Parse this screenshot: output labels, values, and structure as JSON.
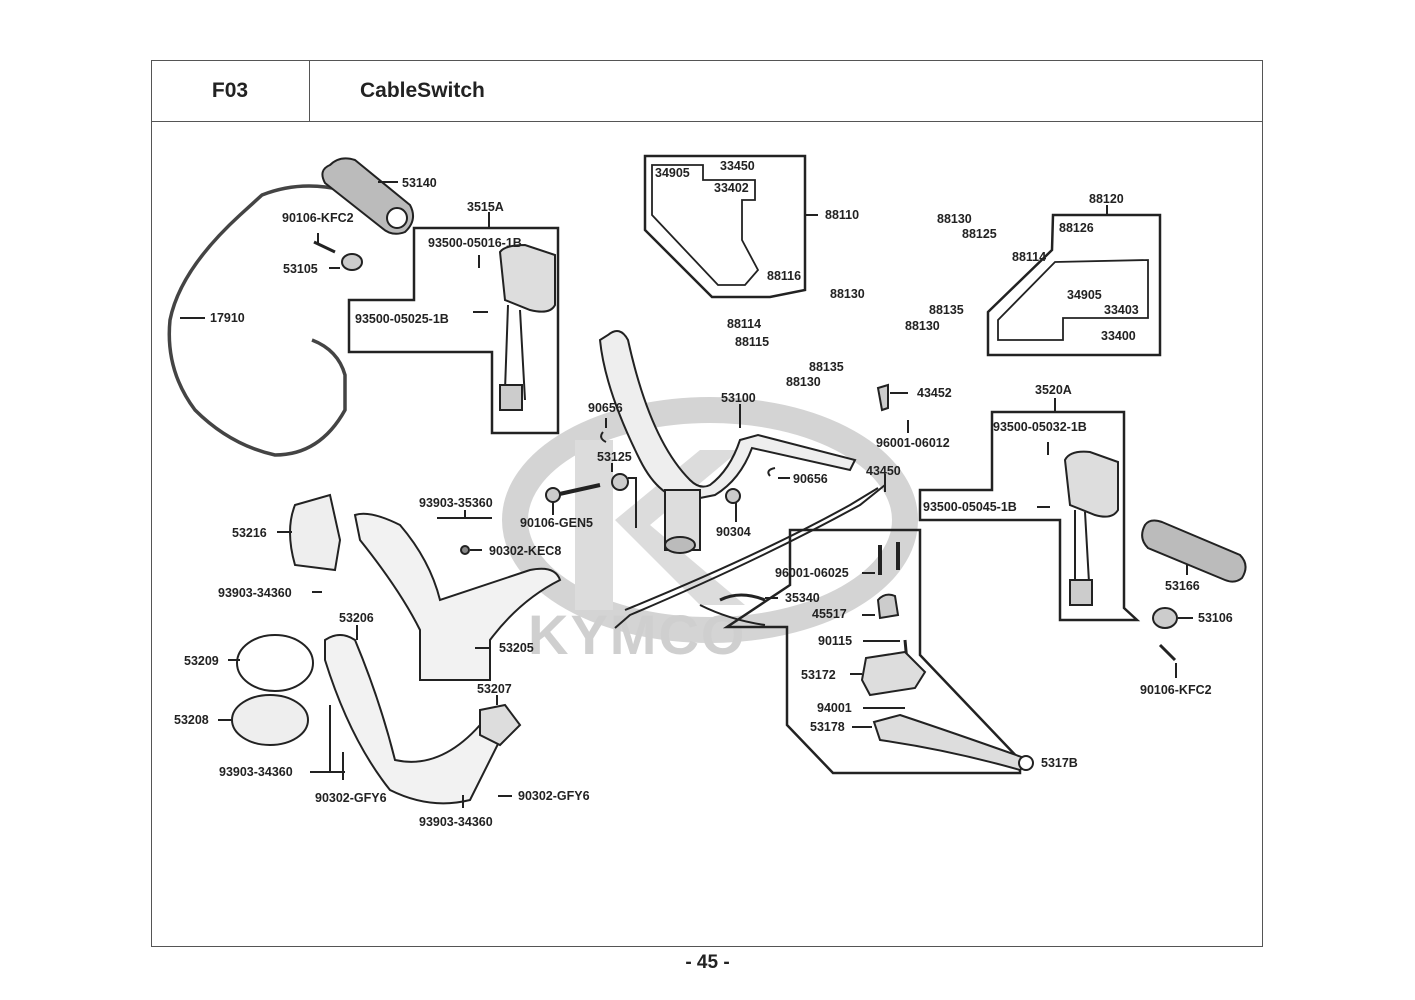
{
  "header": {
    "section_code": "F03",
    "title": "CableSwitch"
  },
  "footer": {
    "page_number": "- 45 -"
  },
  "watermark": {
    "brand": "KYMCO"
  },
  "groups": {
    "left_switch_assembly": "3515A",
    "right_switch_assembly": "3520A",
    "left_mirror_assembly": "88110",
    "right_mirror_assembly": "88120",
    "lever_assembly": "5317B",
    "lamp_assembly_left": "33450",
    "lamp_assembly_right": "33400"
  },
  "labels": {
    "p53140": "53140",
    "p90106_kfc2_a": "90106-KFC2",
    "p53105": "53105",
    "p17910": "17910",
    "p3515A": "3515A",
    "p93500_05016": "93500-05016-1B",
    "p93500_05025": "93500-05025-1B",
    "p34905_a": "34905",
    "p33450": "33450",
    "p33402": "33402",
    "p88110": "88110",
    "p88116": "88116",
    "p88130_a": "88130",
    "p88114_a": "88114",
    "p88115": "88115",
    "p88135_a": "88135",
    "p88130_b": "88130",
    "p88120": "88120",
    "p88130_c": "88130",
    "p88125": "88125",
    "p88114_b": "88114",
    "p88126": "88126",
    "p34905_b": "34905",
    "p33403": "33403",
    "p88135_b": "88135",
    "p88130_d": "88130",
    "p33400": "33400",
    "p90656_a": "90656",
    "p53100": "53100",
    "p43452": "43452",
    "p96001_06012": "96001-06012",
    "p53125": "53125",
    "p90656_b": "90656",
    "p43450": "43450",
    "p90106_gen5": "90106-GEN5",
    "p90304": "90304",
    "p3520A": "3520A",
    "p93500_05032": "93500-05032-1B",
    "p93500_05045": "93500-05045-1B",
    "p53166": "53166",
    "p53106": "53106",
    "p90106_kfc2_b": "90106-KFC2",
    "p93903_35360": "93903-35360",
    "p53216": "53216",
    "p90302_kec8": "90302-KEC8",
    "p93903_34360_a": "93903-34360",
    "p53206": "53206",
    "p53209": "53209",
    "p53205": "53205",
    "p53207": "53207",
    "p53208": "53208",
    "p93903_34360_b": "93903-34360",
    "p90302_gfy6_a": "90302-GFY6",
    "p90302_gfy6_b": "90302-GFY6",
    "p93903_34360_c": "93903-34360",
    "p96001_06025": "96001-06025",
    "p35340": "35340",
    "p45517": "45517",
    "p90115": "90115",
    "p53172": "53172",
    "p94001": "94001",
    "p53178": "53178",
    "p5317B": "5317B"
  }
}
